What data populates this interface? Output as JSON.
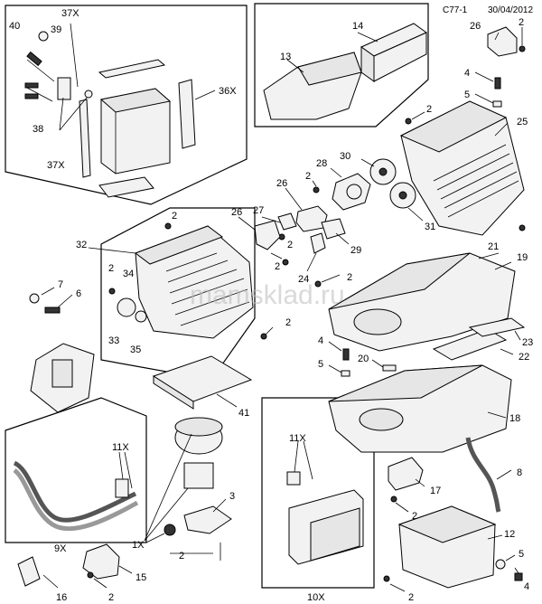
{
  "header": {
    "code": "C77-1",
    "date": "30/04/2012"
  },
  "watermark": "mamsklad.ru",
  "labels": {
    "l40": "40",
    "l39": "39",
    "l37x_top": "37X",
    "l36x": "36X",
    "l38": "38",
    "l37x_bot": "37X",
    "l14": "14",
    "l13": "13",
    "l26_top": "26",
    "l2_top": "2",
    "l4_a": "4",
    "l5_a": "5",
    "l25": "25",
    "l2_b": "2",
    "l30": "30",
    "l28": "28",
    "l26_mid": "26",
    "l2_c": "2",
    "l27": "27",
    "l2_d": "2",
    "l31": "31",
    "l26_c": "26",
    "l29": "29",
    "l2_e": "2",
    "l24": "24",
    "l32": "32",
    "l2_f": "2",
    "l34": "34",
    "l2_g": "2",
    "l33": "33",
    "l35": "35",
    "l2_h": "2",
    "l7": "7",
    "l6": "6",
    "l9x": "9X",
    "l21": "21",
    "l19": "19",
    "l2_i": "2",
    "l4_b": "4",
    "l5_b": "5",
    "l20": "20",
    "l23": "23",
    "l22": "22",
    "l18": "18",
    "l41": "41",
    "l11x_a": "11X",
    "l11x_b": "11X",
    "l10x": "10X",
    "l3": "3",
    "l1x": "1X",
    "l2_j": "2",
    "l15": "15",
    "l16": "16",
    "l2_k": "2",
    "l8": "8",
    "l17": "17",
    "l2_l": "2",
    "l12": "12",
    "l5_c": "5",
    "l4_c": "4",
    "l2_m": "2"
  }
}
